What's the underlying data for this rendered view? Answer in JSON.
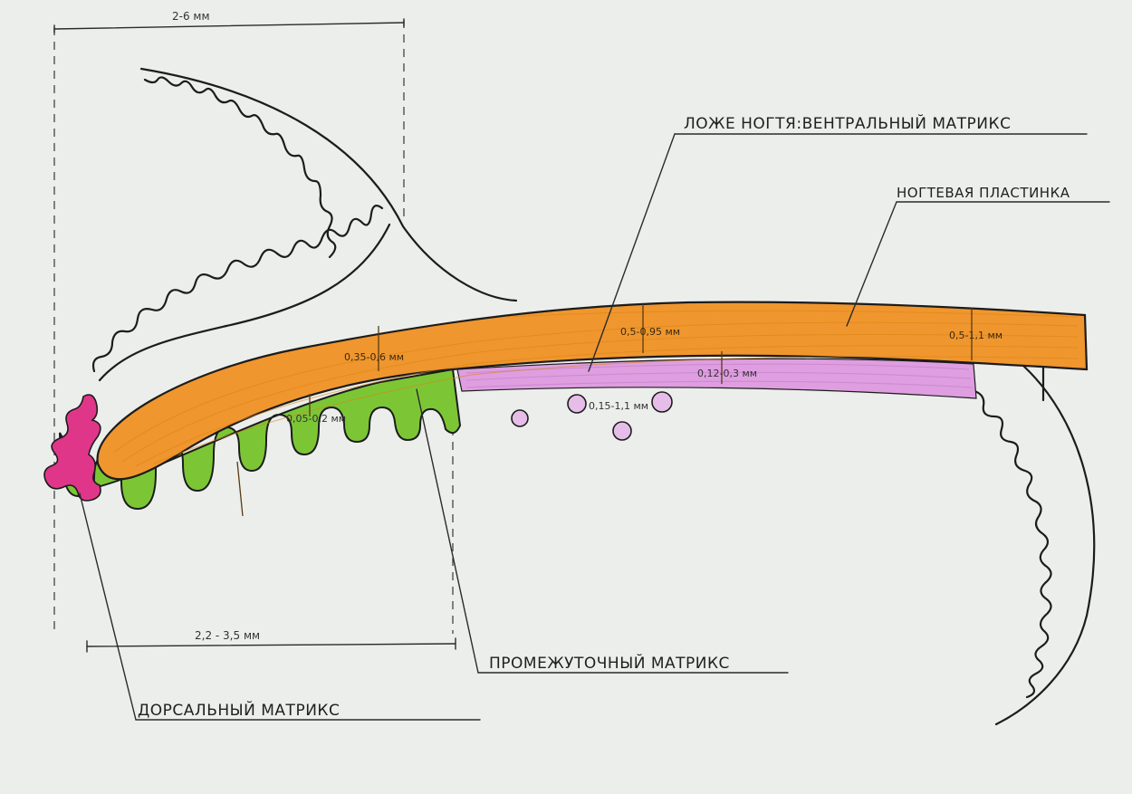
{
  "labels": {
    "nail_bed": "ЛОЖЕ НОГТЯ:ВЕНТРАЛЬНЫЙ МАТРИКС",
    "nail_plate": "НОГТЕВАЯ ПЛАСТИНКА",
    "intermediate_matrix": "ПРОМЕЖУТОЧНЫЙ МАТРИКС",
    "dorsal_matrix": "ДОРСАЛЬНЫЙ МАТРИКС"
  },
  "dimensions": {
    "top_width": "2-6 мм",
    "bottom_width": "2,2 - 3,5 мм"
  },
  "measurements": {
    "plate_proximal": "0,35-0,6 мм",
    "plate_middle": "0,5-0,95 мм",
    "plate_distal": "0,5-1,1 мм",
    "bed_thickness": "0,12-0,3 мм",
    "matrix_thickness": "0,05-0,2 мм",
    "circles": "0,15-1,1 мм"
  },
  "colors": {
    "nail_plate": "#f0962e",
    "nail_bed": "#de9ee0",
    "matrix": "#7cc636",
    "magenta_tip": "#e0368a",
    "paper": "#eceeec"
  }
}
